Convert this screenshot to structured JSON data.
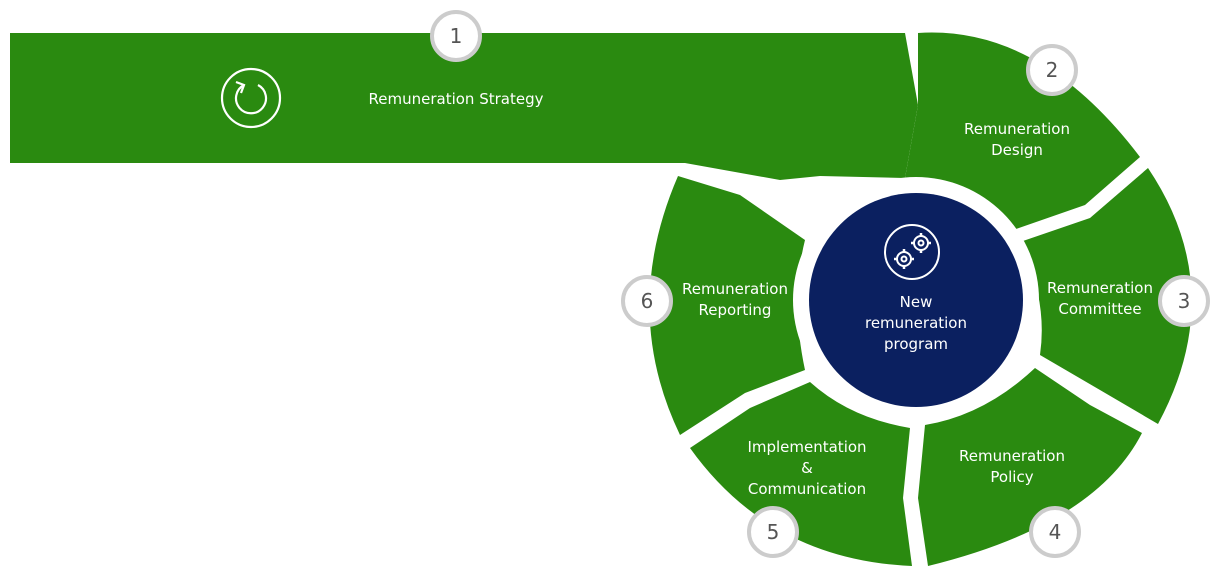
{
  "colors": {
    "segment": "#2a8a10",
    "center": "#0b2060",
    "badge_border": "#cccccc",
    "badge_text": "#555555",
    "label": "#ffffff"
  },
  "steps": [
    {
      "number": "1",
      "label_lines": [
        "Remuneration Strategy"
      ],
      "icon": "refresh-icon"
    },
    {
      "number": "2",
      "label_lines": [
        "Remuneration",
        "Design"
      ]
    },
    {
      "number": "3",
      "label_lines": [
        "Remuneration",
        "Committee"
      ]
    },
    {
      "number": "4",
      "label_lines": [
        "Remuneration",
        "Policy"
      ]
    },
    {
      "number": "5",
      "label_lines": [
        "Implementation",
        "&",
        "Communication"
      ]
    },
    {
      "number": "6",
      "label_lines": [
        "Remuneration",
        "Reporting"
      ]
    }
  ],
  "center": {
    "icon": "gears-icon",
    "label_lines": [
      "New",
      "remuneration",
      "program"
    ]
  }
}
